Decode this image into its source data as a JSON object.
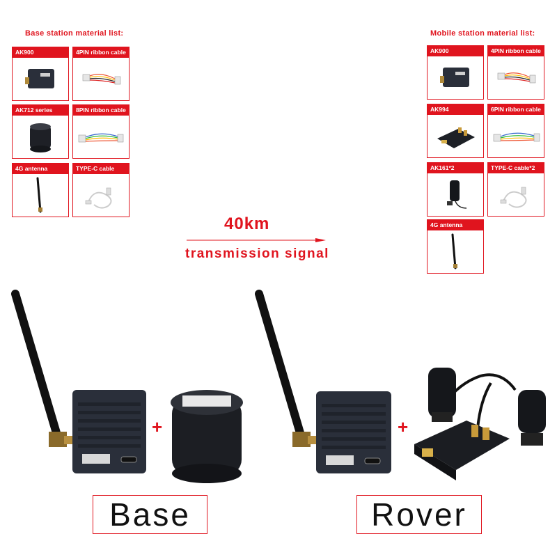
{
  "base_list": {
    "title": "Base station material list:",
    "items": [
      {
        "label": "AK900",
        "icon": "radio-module-icon"
      },
      {
        "label": "4PIN ribbon cable",
        "icon": "ribbon-cable-icon"
      },
      {
        "label": "AK712 series",
        "icon": "gnss-antenna-icon"
      },
      {
        "label": "8PIN ribbon cable",
        "icon": "ribbon-cable-icon"
      },
      {
        "label": "4G antenna",
        "icon": "whip-antenna-icon"
      },
      {
        "label": "TYPE-C cable",
        "icon": "usb-cable-icon"
      }
    ]
  },
  "mobile_list": {
    "title": "Mobile station material list:",
    "items": [
      {
        "label": "AK900",
        "icon": "radio-module-icon"
      },
      {
        "label": "4PIN ribbon cable",
        "icon": "ribbon-cable-icon"
      },
      {
        "label": "AK994",
        "icon": "receiver-board-icon"
      },
      {
        "label": "6PIN ribbon cable",
        "icon": "ribbon-cable-icon"
      },
      {
        "label": "AK161*2",
        "icon": "small-antenna-icon"
      },
      {
        "label": "TYPE-C cable*2",
        "icon": "usb-cable-icon"
      },
      {
        "label": "4G antenna",
        "icon": "whip-antenna-icon"
      }
    ]
  },
  "transmission": {
    "distance": "40km",
    "caption": "transmission signal"
  },
  "setups": {
    "base_label": "Base",
    "rover_label": "Rover",
    "plus": "+"
  },
  "colors": {
    "accent": "#e0141e",
    "device": "#252a33"
  }
}
